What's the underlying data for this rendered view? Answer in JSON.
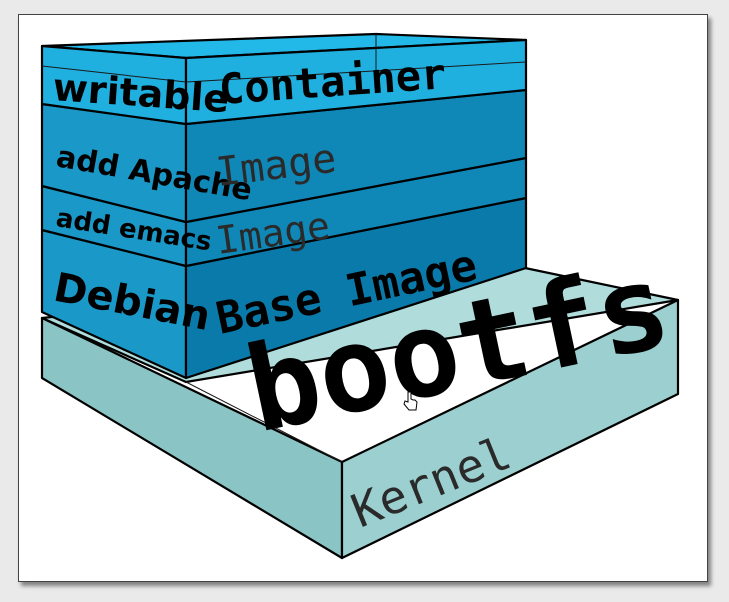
{
  "colors": {
    "kernel_top": "#b0dcdc",
    "kernel_front": "#9ccfcf",
    "kernel_left": "#8ac4c4",
    "container_front": "#1fb0e0",
    "container_top": "#22b8e8",
    "image_front": "#0f88b8",
    "image_left": "#1a98c8",
    "base_front": "#0a7aaa"
  },
  "layers": {
    "writable": "writable",
    "container": "Container",
    "add_apache": "add Apache",
    "image_apache": "Image",
    "add_emacs": "add emacs",
    "image_emacs": "Image",
    "debian": "Debian",
    "base_image": "Base Image",
    "bootfs": "bootfs",
    "kernel": "Kernel"
  }
}
